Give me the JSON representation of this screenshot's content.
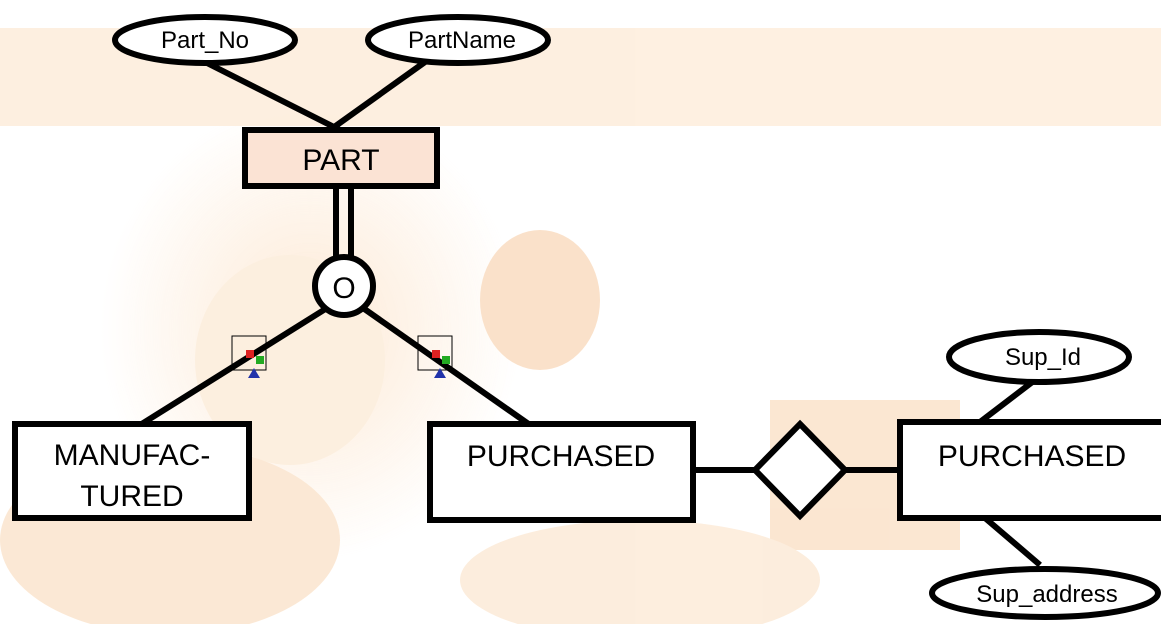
{
  "diagram": {
    "entities": {
      "part": "PART",
      "manufactured_line1": "MANUFAC-",
      "manufactured_line2": "TURED",
      "purchased_left": "PURCHASED",
      "purchased_right": "PURCHASED"
    },
    "attributes": {
      "part_no": "Part_No",
      "part_name": "PartName",
      "sup_id": "Sup_Id",
      "sup_address": "Sup_address"
    },
    "specialization": {
      "symbol": "O"
    }
  },
  "colors": {
    "line": "#000000",
    "part_fill": "#fbe3d4",
    "banner": "#fde9d2",
    "background_art": "#f6c79a"
  }
}
